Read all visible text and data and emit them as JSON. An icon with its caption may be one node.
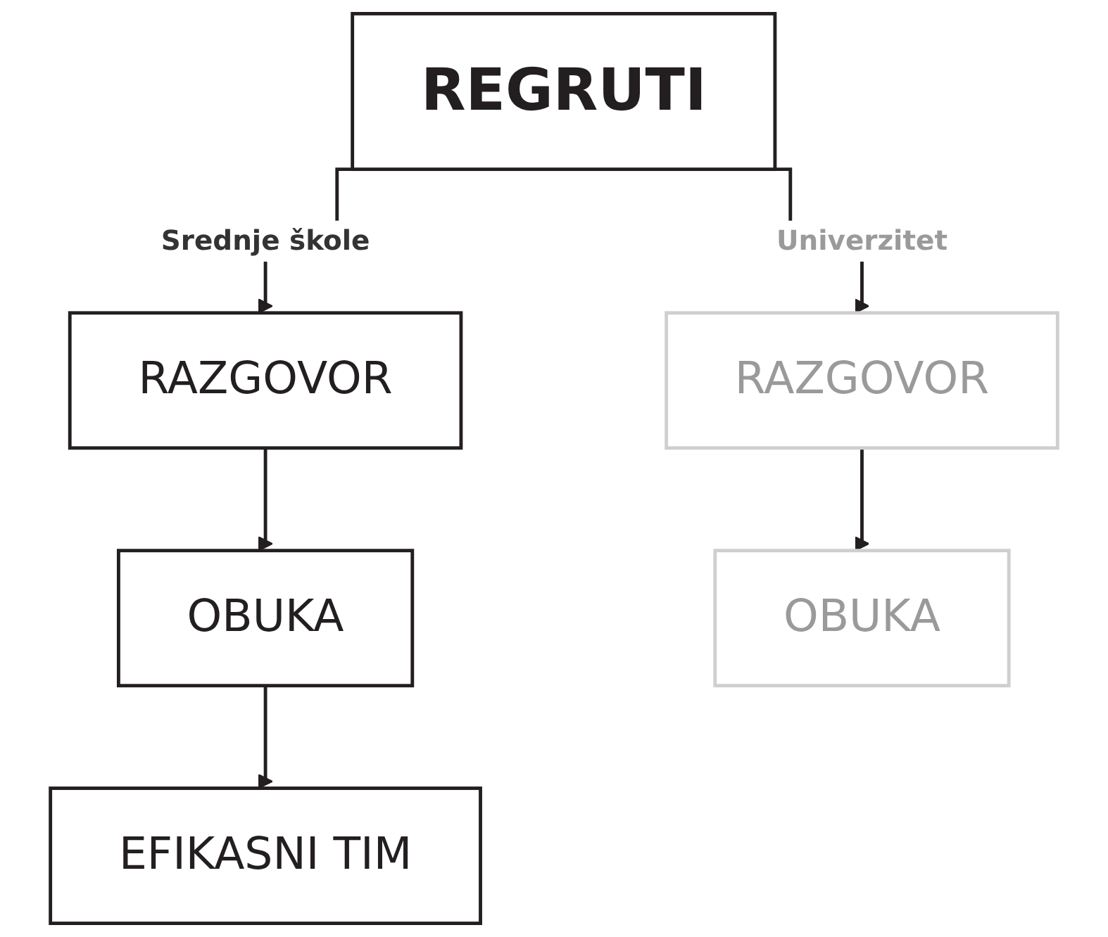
{
  "diagram": {
    "nodes": [
      {
        "text": [
          "REGRUTI"
        ]
      },
      {
        "text": [
          "RAZGOVOR"
        ]
      },
      {
        "text": [
          "OBUKA"
        ]
      },
      {
        "text": [
          "EFIKASNI TIM"
        ]
      },
      {
        "text": [
          "RAZGOVOR"
        ]
      },
      {
        "text": [
          "OBUKA"
        ]
      }
    ],
    "edges": [
      {
        "from": 0,
        "to": 1,
        "arrow": "to",
        "label": "Srednje škole"
      },
      {
        "from": 0,
        "to": 4,
        "arrow": "to",
        "label": "Univerzitet"
      },
      {
        "from": 1,
        "to": 2,
        "arrow": "to"
      },
      {
        "from": 2,
        "to": 3,
        "arrow": "to"
      },
      {
        "from": 4,
        "to": 5,
        "arrow": "to"
      }
    ]
  }
}
